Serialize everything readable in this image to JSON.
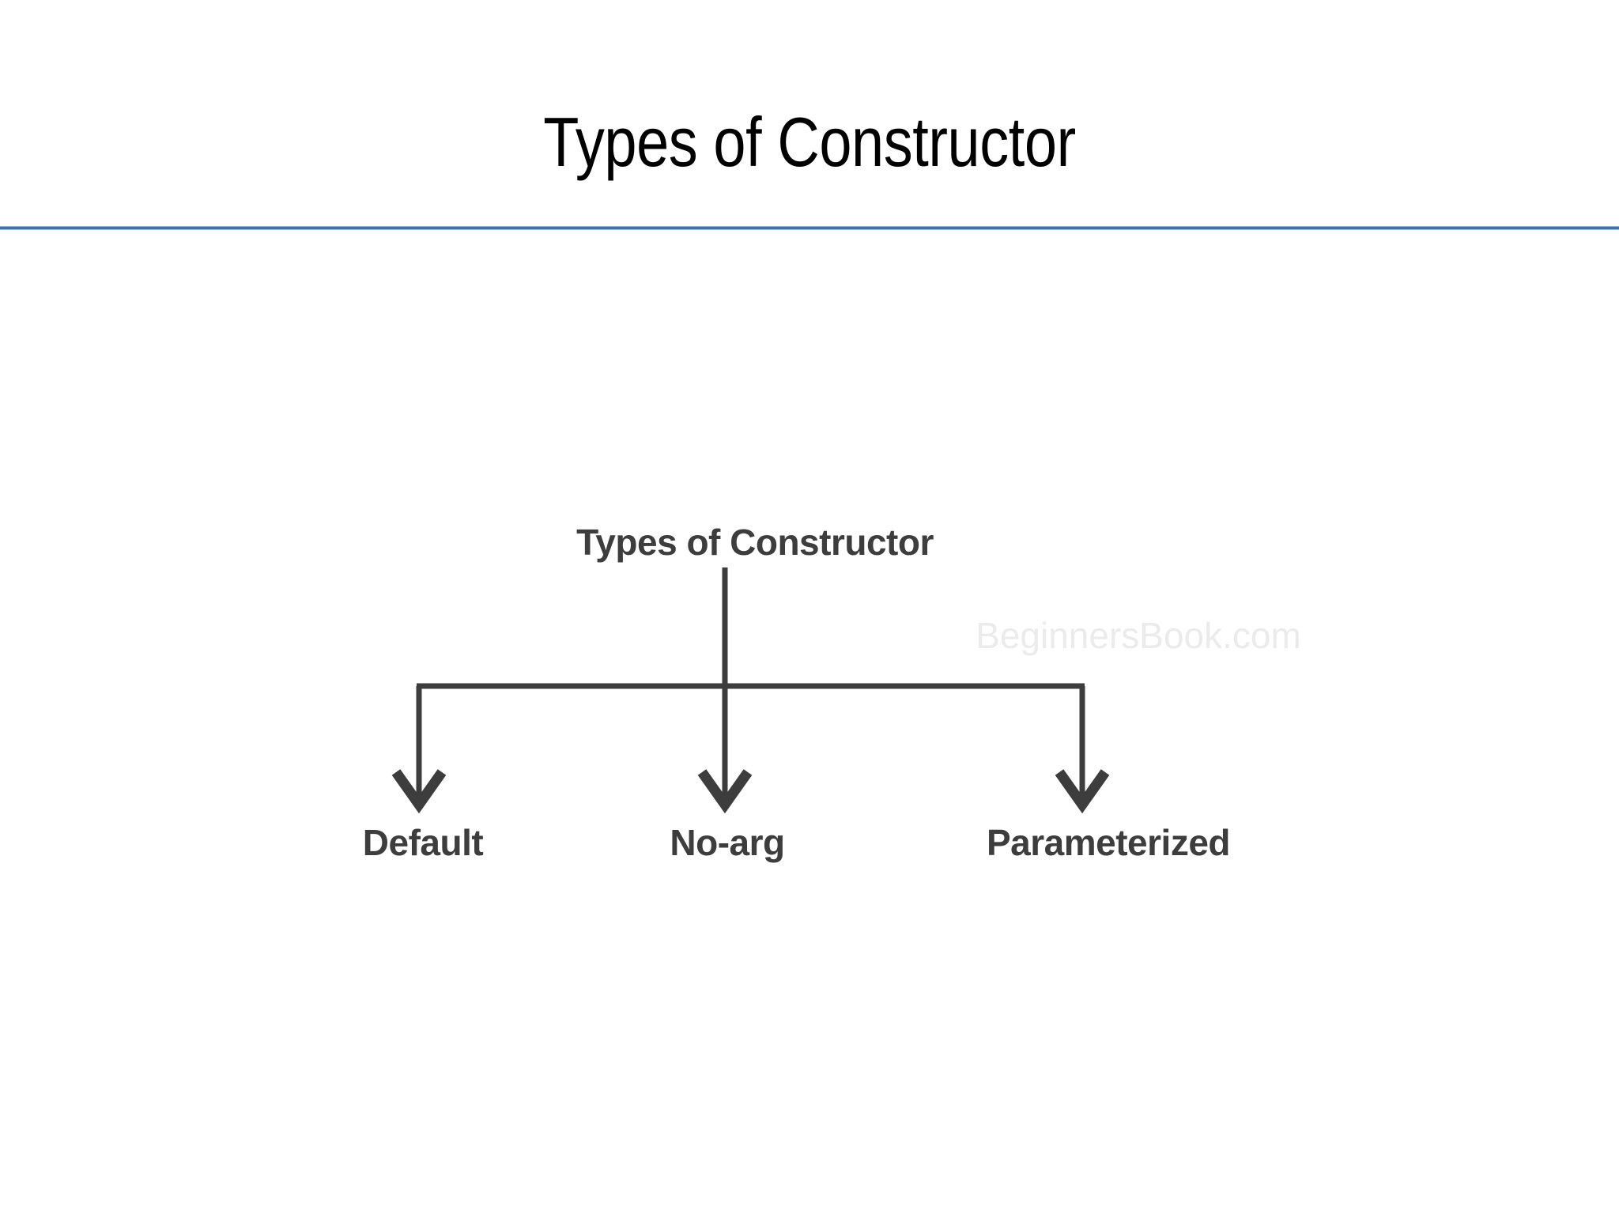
{
  "slide": {
    "title": "Types of Constructor",
    "background_color": "#ffffff",
    "rule_color": "#3f72ad"
  },
  "diagram": {
    "root_label": "Types of Constructor",
    "text_color": "#3d3d3d",
    "watermark": "BeginnersBook.com",
    "watermark_color": "#ebebeb",
    "branches": [
      {
        "label": "Default"
      },
      {
        "label": "No-arg"
      },
      {
        "label": "Parameterized"
      }
    ]
  }
}
